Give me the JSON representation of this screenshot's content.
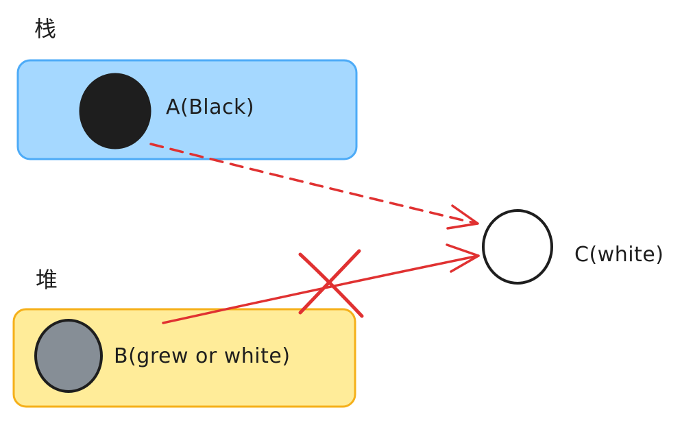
{
  "sections": {
    "stack_label": "栈",
    "heap_label": "堆"
  },
  "nodes": {
    "a_label": "A(Black)",
    "b_label": "B(grew or white)",
    "c_label": "C(white)"
  },
  "colors": {
    "stack_box_fill": "#a5d8ff",
    "stack_box_stroke": "#4dabf7",
    "heap_box_fill": "#ffec99",
    "heap_box_stroke": "#f5b01a",
    "node_a_fill": "#1e1e1e",
    "node_b_fill": "#868e96",
    "node_c_fill": "#ffffff",
    "stroke": "#1e1e1e",
    "arrow_red": "#e03131"
  }
}
